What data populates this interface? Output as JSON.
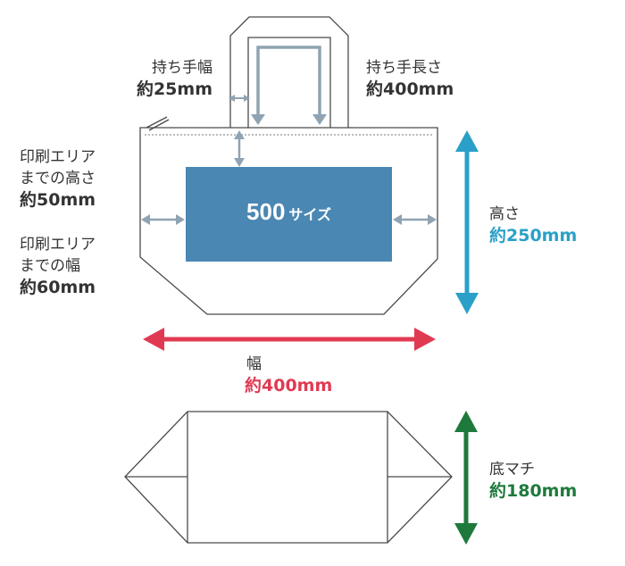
{
  "colors": {
    "outline": "#4a4a4a",
    "gray_arrow": "#8fa3b2",
    "print_area": "#4a87b3",
    "height": "#2aa0c8",
    "width": "#e03a52",
    "gusset": "#1e7a3c",
    "text": "#333333"
  },
  "handle_width": {
    "label": "持ち手幅",
    "value": "約25mm"
  },
  "handle_length": {
    "label": "持ち手長さ",
    "value": "約400mm"
  },
  "print_height": {
    "line1": "印刷エリア",
    "line2": "までの高さ",
    "value": "約50mm"
  },
  "print_width": {
    "line1": "印刷エリア",
    "line2": "までの幅",
    "value": "約60mm"
  },
  "print_area": {
    "label": "500サイズ",
    "num": "500",
    "suffix": "サイズ"
  },
  "bag_height": {
    "label": "高さ",
    "value": "約250mm"
  },
  "bag_width": {
    "label": "幅",
    "value": "約400mm"
  },
  "gusset": {
    "label": "底マチ",
    "value": "約180mm"
  }
}
